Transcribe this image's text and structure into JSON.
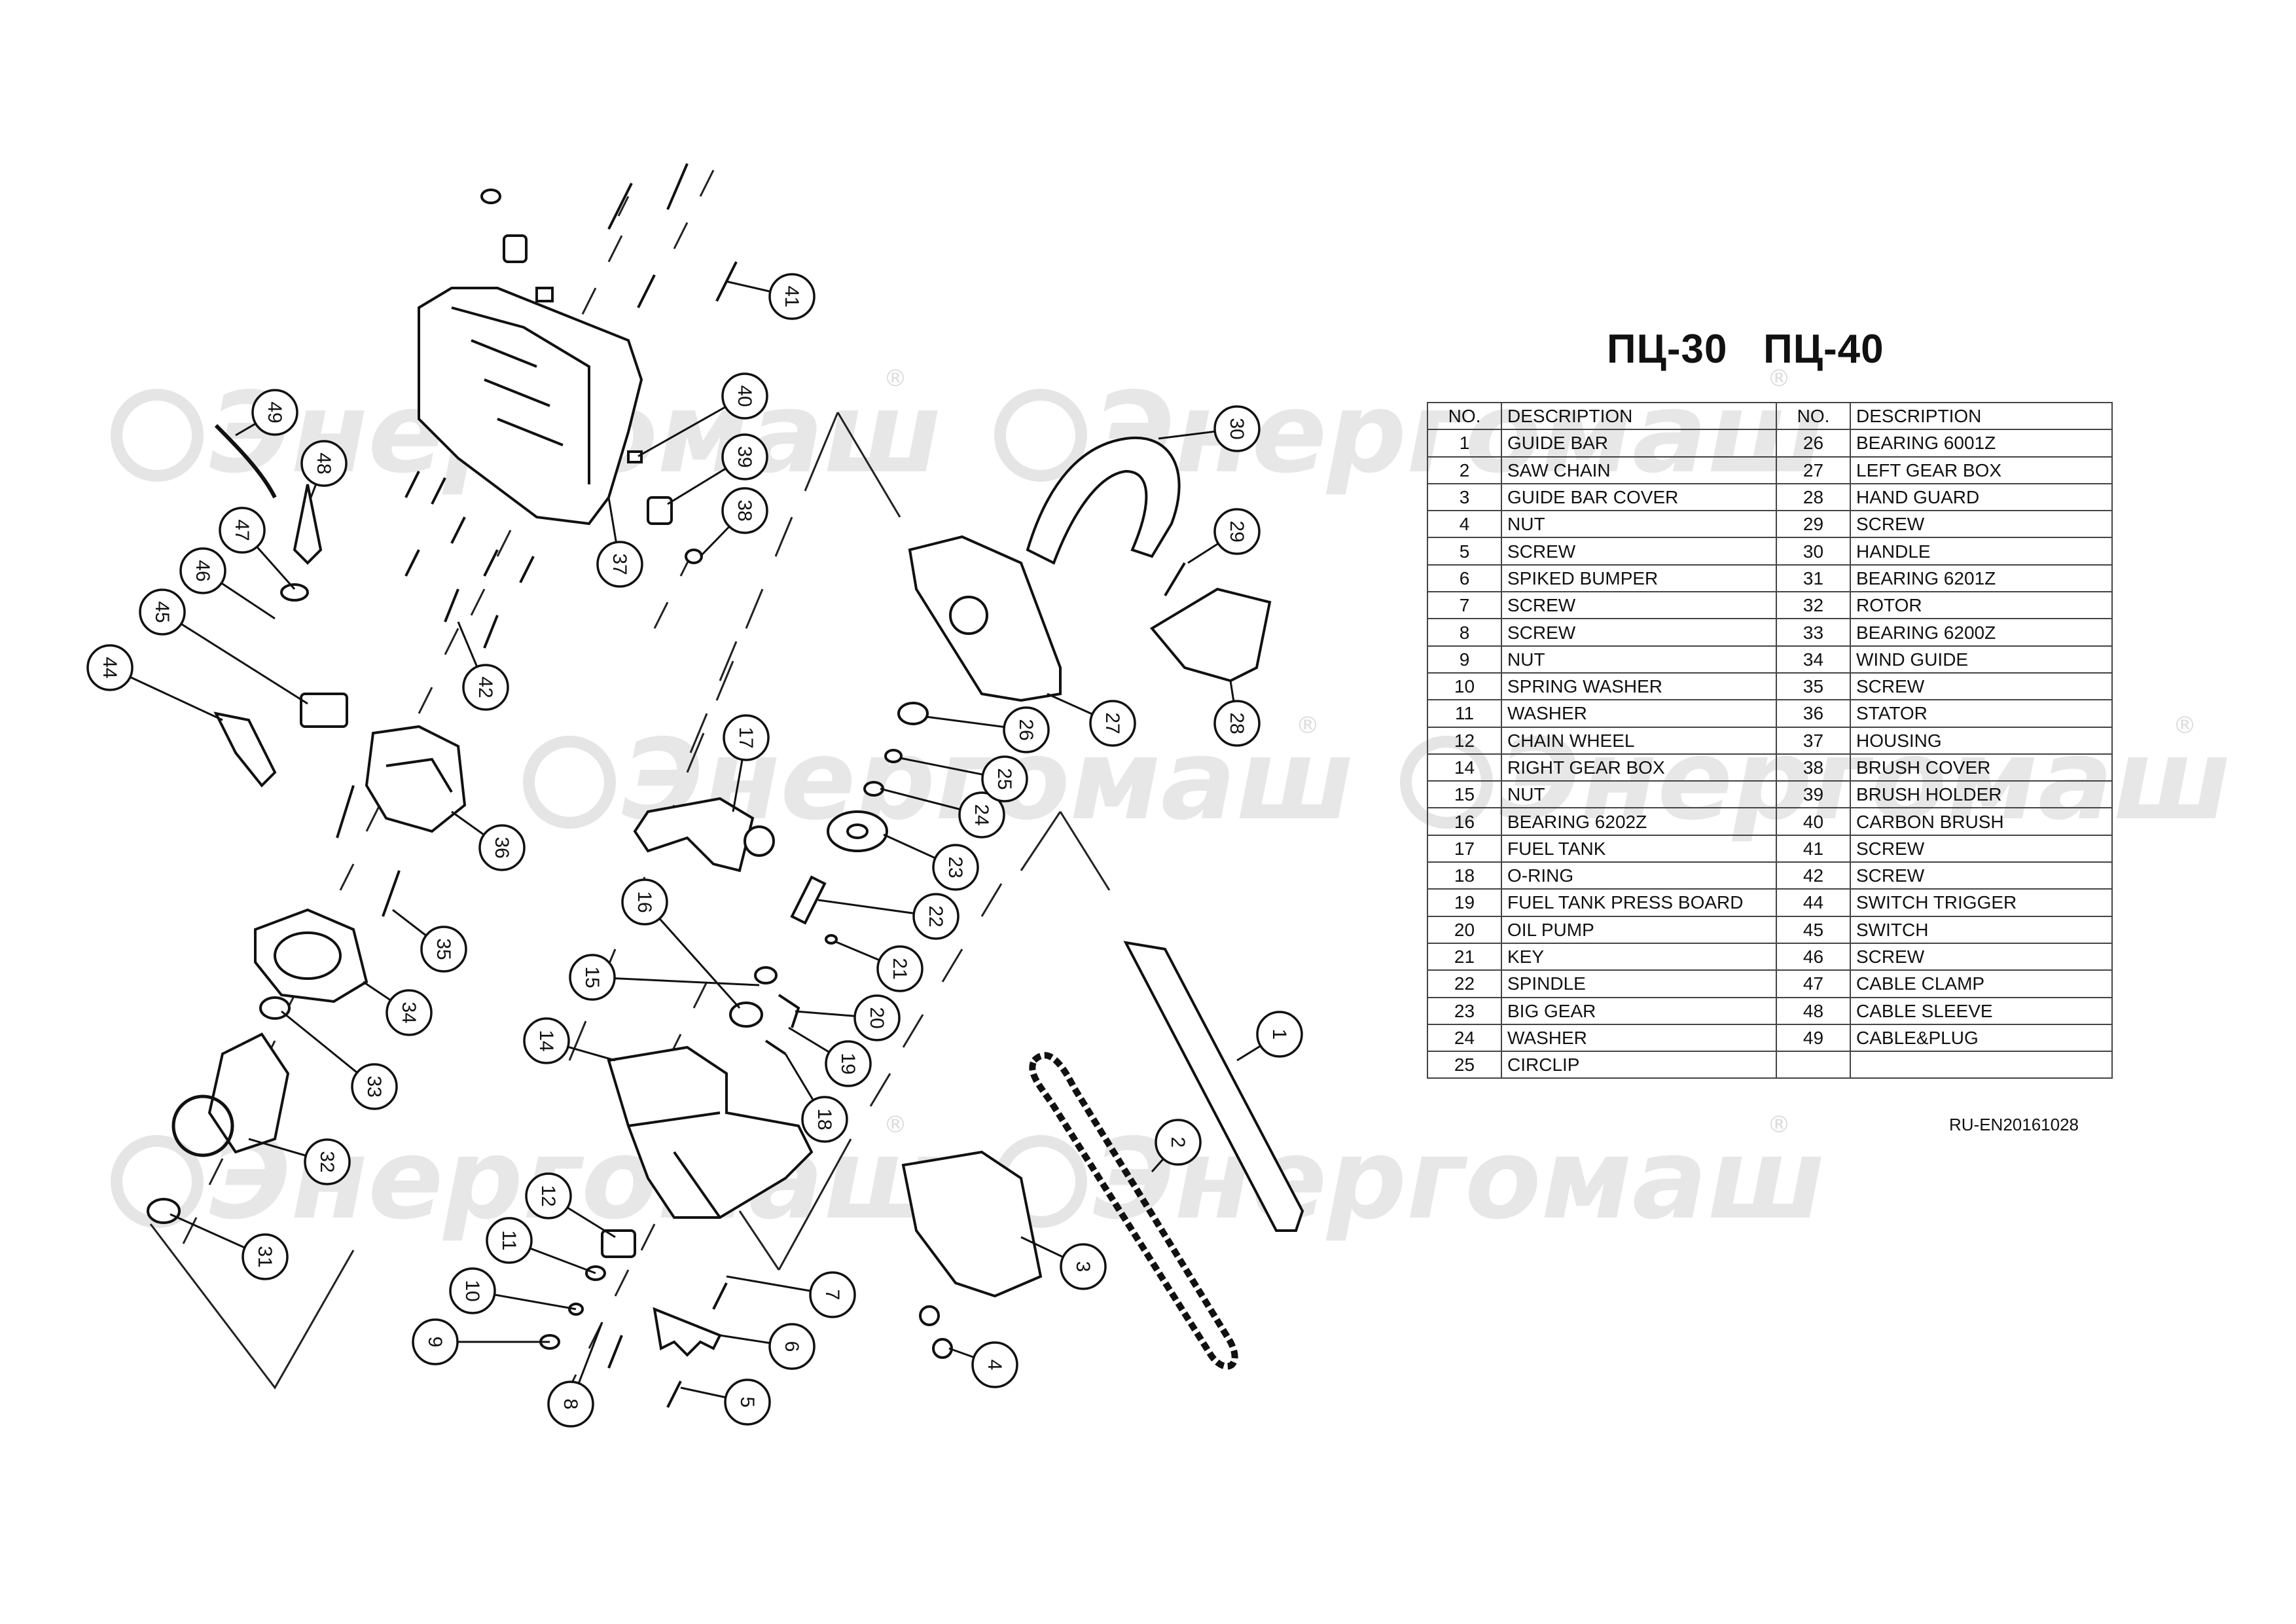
{
  "title": "ПЦ-30   ПЦ-40",
  "watermark": {
    "brand": "Энергомаш",
    "registered_mark": "®"
  },
  "table": {
    "headers": [
      "NO.",
      "DESCRIPTION",
      "NO.",
      "DESCRIPTION"
    ],
    "rows": [
      [
        "1",
        "GUIDE BAR",
        "26",
        "BEARING 6001Z"
      ],
      [
        "2",
        "SAW CHAIN",
        "27",
        "LEFT GEAR BOX"
      ],
      [
        "3",
        "GUIDE BAR COVER",
        "28",
        "HAND GUARD"
      ],
      [
        "4",
        "NUT",
        "29",
        "SCREW"
      ],
      [
        "5",
        "SCREW",
        "30",
        "HANDLE"
      ],
      [
        "6",
        "SPIKED BUMPER",
        "31",
        "BEARING 6201Z"
      ],
      [
        "7",
        "SCREW",
        "32",
        "ROTOR"
      ],
      [
        "8",
        "SCREW",
        "33",
        "BEARING 6200Z"
      ],
      [
        "9",
        "NUT",
        "34",
        "WIND GUIDE"
      ],
      [
        "10",
        "SPRING WASHER",
        "35",
        "SCREW"
      ],
      [
        "11",
        "WASHER",
        "36",
        "STATOR"
      ],
      [
        "12",
        "CHAIN WHEEL",
        "37",
        "HOUSING"
      ],
      [
        "14",
        "RIGHT GEAR BOX",
        "38",
        "BRUSH COVER"
      ],
      [
        "15",
        "NUT",
        "39",
        "BRUSH HOLDER"
      ],
      [
        "16",
        "BEARING 6202Z",
        "40",
        "CARBON BRUSH"
      ],
      [
        "17",
        "FUEL TANK",
        "41",
        "SCREW"
      ],
      [
        "18",
        "O-RING",
        "42",
        "SCREW"
      ],
      [
        "19",
        "FUEL TANK PRESS BOARD",
        "44",
        "SWITCH TRIGGER"
      ],
      [
        "20",
        "OIL PUMP",
        "45",
        "SWITCH"
      ],
      [
        "21",
        "KEY",
        "46",
        "SCREW"
      ],
      [
        "22",
        "SPINDLE",
        "47",
        "CABLE CLAMP"
      ],
      [
        "23",
        "BIG GEAR",
        "48",
        "CABLE SLEEVE"
      ],
      [
        "24",
        "WASHER",
        "49",
        "CABLE&PLUG"
      ],
      [
        "25",
        "CIRCLIP",
        "",
        ""
      ]
    ]
  },
  "revision": "RU-EN20161028",
  "callouts": [
    "1",
    "2",
    "3",
    "4",
    "5",
    "6",
    "7",
    "8",
    "9",
    "10",
    "11",
    "12",
    "14",
    "15",
    "16",
    "17",
    "18",
    "19",
    "20",
    "21",
    "22",
    "23",
    "24",
    "25",
    "26",
    "27",
    "28",
    "29",
    "30",
    "31",
    "32",
    "33",
    "34",
    "35",
    "36",
    "37",
    "38",
    "39",
    "40",
    "41",
    "42",
    "44",
    "45",
    "46",
    "47",
    "48",
    "49"
  ]
}
